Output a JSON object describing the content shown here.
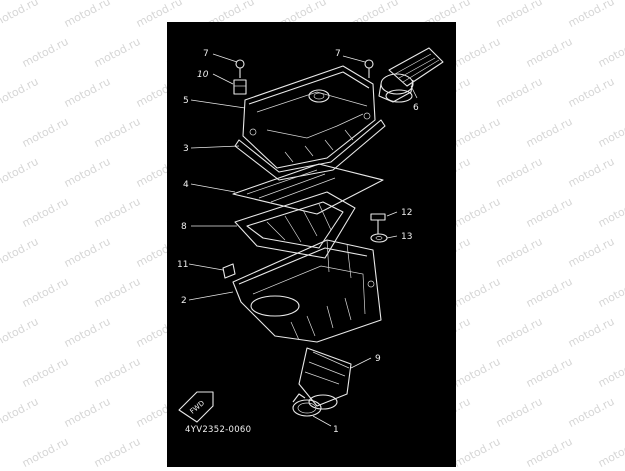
{
  "watermark": {
    "text": "motod.ru"
  },
  "diagram": {
    "part_number": "4YV2352-0060",
    "fwd_label": "FWD",
    "callouts": [
      "7",
      "10",
      "5",
      "3",
      "4",
      "8",
      "11",
      "2",
      "7",
      "6",
      "12",
      "13",
      "9",
      "1"
    ]
  },
  "colors": {
    "background": "#ffffff",
    "panel": "#000000",
    "linework": "#e8e8e8",
    "watermark": "#d6d6d6"
  }
}
